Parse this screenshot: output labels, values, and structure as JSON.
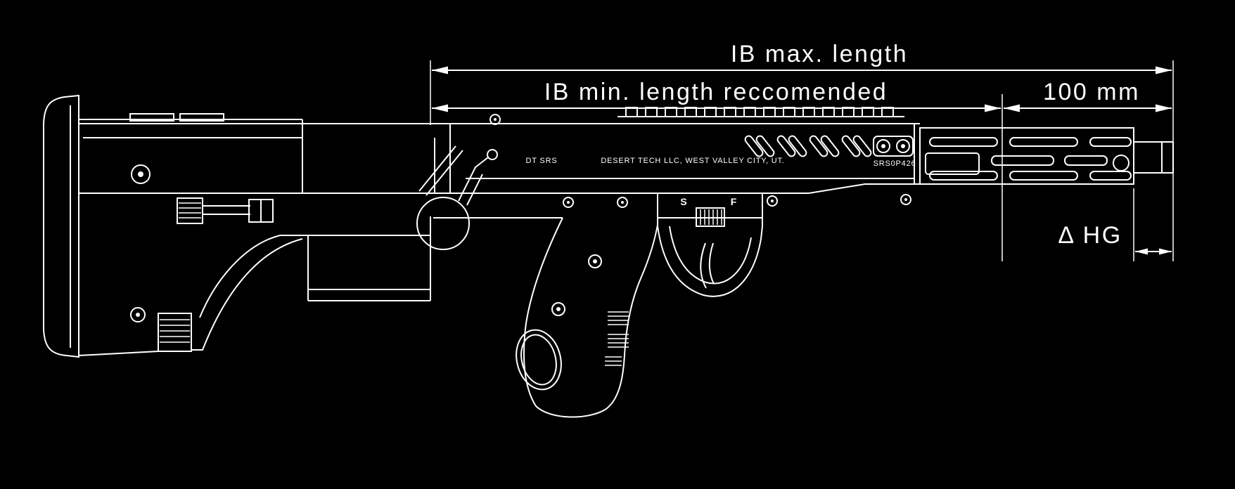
{
  "page": {
    "background_color": "#000000",
    "line_color": "#ffffff",
    "description": "Technical dimension drawing of a bullpup rifle"
  },
  "dimensions": {
    "ib_max_label": "IB max. length",
    "ib_min_label": "IB min. length reccomended",
    "hundred_mm_label": "100 mm",
    "delta_hg_label": "Δ HG"
  },
  "receiver_markings": {
    "model": "DT SRS",
    "manufacturer": "DESERT TECH LLC, WEST VALLEY CITY, UT.",
    "serial": "SRS0P426"
  },
  "safety_selector": {
    "safe": "S",
    "fire": "F"
  }
}
